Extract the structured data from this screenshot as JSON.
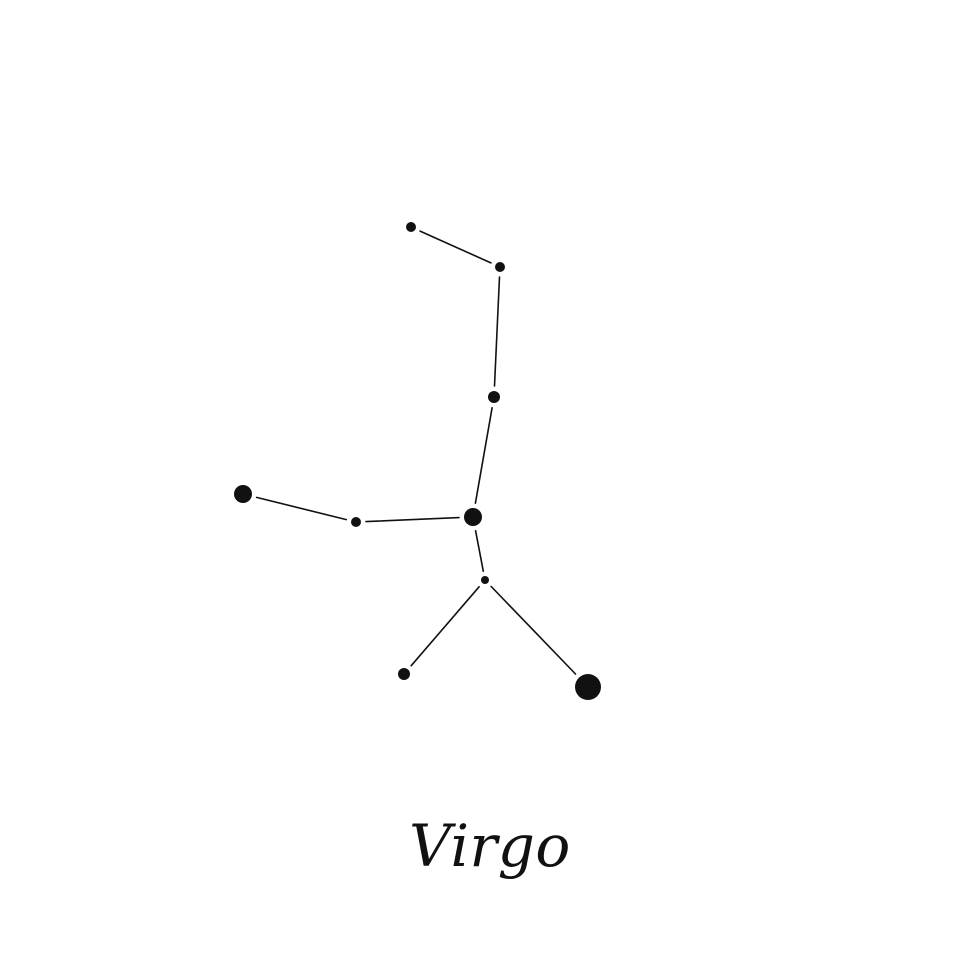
{
  "title": "Virgo",
  "colors": {
    "background": "#ffffff",
    "ink": "#111111"
  },
  "stars": [
    {
      "id": "star-1",
      "magnitude": "small"
    },
    {
      "id": "star-2",
      "magnitude": "small"
    },
    {
      "id": "star-3",
      "magnitude": "medium"
    },
    {
      "id": "star-4",
      "magnitude": "large"
    },
    {
      "id": "star-5",
      "magnitude": "small"
    },
    {
      "id": "star-6",
      "magnitude": "large"
    },
    {
      "id": "star-7",
      "magnitude": "tiny"
    },
    {
      "id": "star-8",
      "magnitude": "medium"
    },
    {
      "id": "star-9",
      "magnitude": "brightest"
    }
  ],
  "connections": [
    [
      "star-1",
      "star-2"
    ],
    [
      "star-2",
      "star-3"
    ],
    [
      "star-3",
      "star-4"
    ],
    [
      "star-6",
      "star-5"
    ],
    [
      "star-5",
      "star-4"
    ],
    [
      "star-4",
      "star-7"
    ],
    [
      "star-7",
      "star-8"
    ],
    [
      "star-7",
      "star-9"
    ]
  ]
}
